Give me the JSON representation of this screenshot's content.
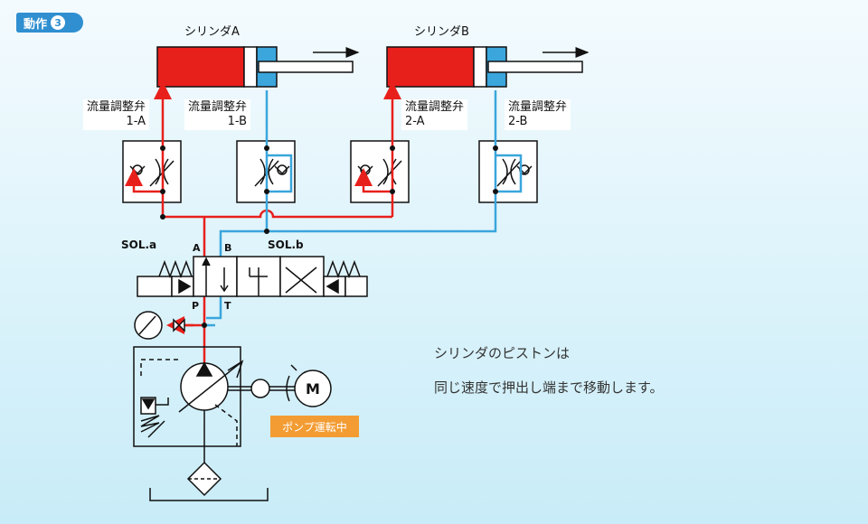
{
  "header": {
    "badge_label": "動作",
    "badge_number": "3"
  },
  "cylinders": [
    {
      "label": "シリンダA"
    },
    {
      "label": "シリンダB"
    }
  ],
  "flow_valves": [
    {
      "line1": "流量調整弁",
      "line2": "1-A"
    },
    {
      "line1": "流量調整弁",
      "line2": "1-B"
    },
    {
      "line1": "流量調整弁",
      "line2": "2-A"
    },
    {
      "line1": "流量調整弁",
      "line2": "2-B"
    }
  ],
  "solenoid": {
    "sol_a": "SOL.a",
    "sol_b": "SOL.b",
    "port_a": "A",
    "port_b": "B",
    "port_p": "P",
    "port_t": "T"
  },
  "motor": {
    "label": "M"
  },
  "pump_status": "ポンプ運転中",
  "description": [
    "シリンダのピストンは",
    "同じ速度で押出し端まで移動します。"
  ],
  "colors": {
    "pressure_line": "#e8201c",
    "return_line": "#3aa6dc",
    "cylinder_body": "#e8201c",
    "rod_side": "#3aa6dc",
    "badge": "#2f8fd0",
    "pump_badge": "#f39c33"
  }
}
